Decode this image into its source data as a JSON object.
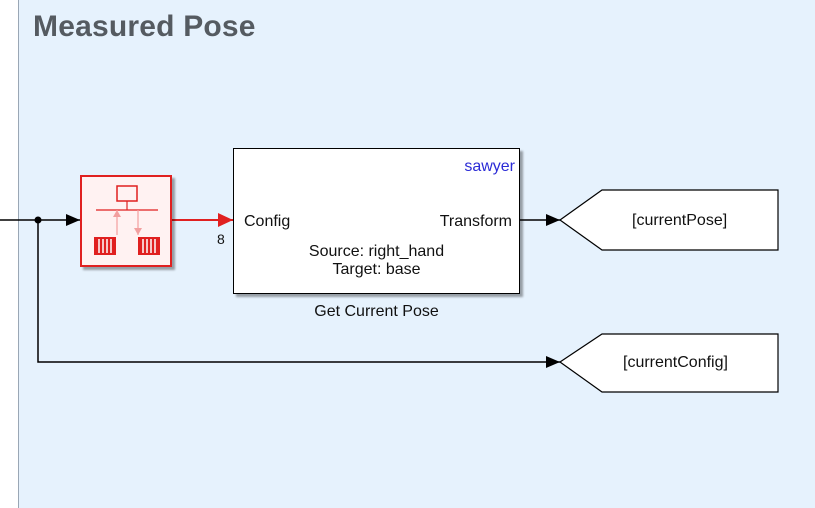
{
  "area": {
    "title": "Measured Pose"
  },
  "get_current_pose": {
    "robot": "sawyer",
    "input_port": "Config",
    "output_port": "Transform",
    "source": "Source: right_hand",
    "target": "Target: base",
    "caption": "Get Current Pose"
  },
  "signal": {
    "width": "8"
  },
  "goto_tags": {
    "pose": "[currentPose]",
    "config": "[currentConfig]"
  },
  "colors": {
    "area_bg": "#e6f2fd",
    "demux_red": "#e02020",
    "robot_name_blue": "#2b2bd6"
  }
}
